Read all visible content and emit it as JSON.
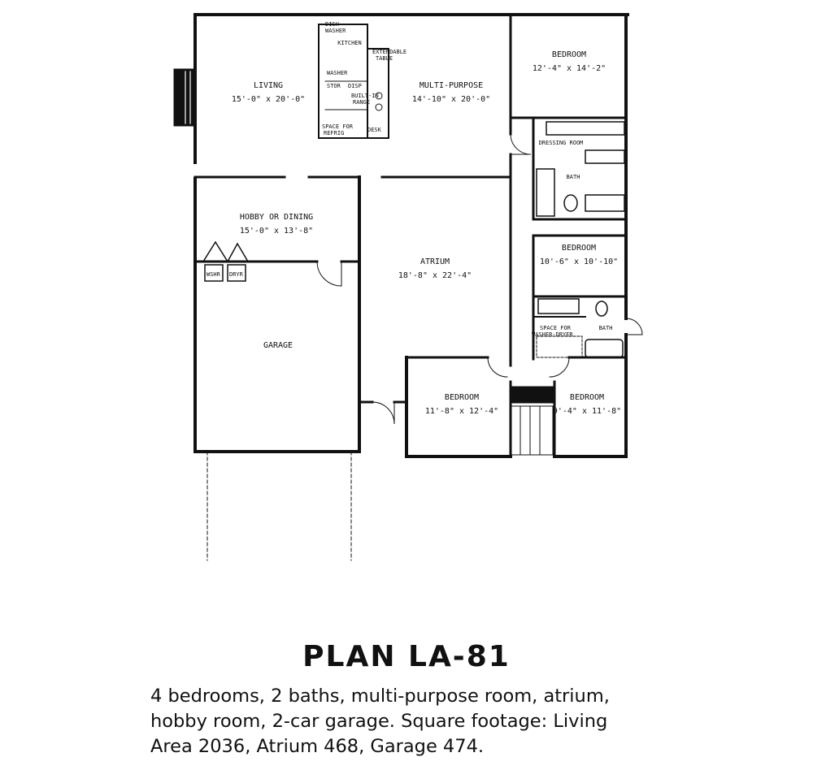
{
  "rooms": {
    "living": {
      "name": "LIVING",
      "dims": "15'-0\" x 20'-0\""
    },
    "kitchen": {
      "name": "KITCHEN"
    },
    "multipurpose": {
      "name": "MULTI-PURPOSE",
      "dims": "14'-10\" x 20'-0\""
    },
    "bedroom1": {
      "name": "BEDROOM",
      "dims": "12'-4\" x 14'-2\""
    },
    "dressing": {
      "name": "DRESSING ROOM"
    },
    "bath1": {
      "name": "BATH"
    },
    "bedroom2": {
      "name": "BEDROOM",
      "dims": "10'-6\" x 10'-10\""
    },
    "hobby": {
      "name": "HOBBY OR DINING",
      "dims": "15'-0\" x 13'-8\""
    },
    "atrium": {
      "name": "ATRIUM",
      "dims": "18'-8\" x 22'-4\""
    },
    "garage": {
      "name": "GARAGE"
    },
    "bedroom3": {
      "name": "BEDROOM",
      "dims": "11'-8\" x 12'-4\""
    },
    "bedroom4": {
      "name": "BEDROOM",
      "dims": "9'-4\" x 11'-8\""
    },
    "bath2": {
      "name": "BATH"
    }
  },
  "fixtures": {
    "dish_washer": [
      "DISH",
      "WASHER"
    ],
    "extendable_table": [
      "EXTENDABLE",
      "TABLE"
    ],
    "washer": "WASHER",
    "disp": [
      "STOR",
      "DISP"
    ],
    "built_in_range": [
      "BUILT-IN",
      "RANGE"
    ],
    "space_for_refrig": [
      "SPACE FOR",
      "REFRIG"
    ],
    "desk": "DESK",
    "laundry_washer": "WSHR",
    "laundry_dryer": "DRYR",
    "space_for_washer_dryer": [
      "SPACE FOR",
      "WASHER-DRYER"
    ]
  },
  "title": "PLAN LA-81",
  "caption": [
    "4 bedrooms, 2 baths, multi-purpose room, atrium,",
    "hobby room, 2-car garage. Square footage: Living",
    "Area 2036, Atrium 468, Garage 474."
  ]
}
